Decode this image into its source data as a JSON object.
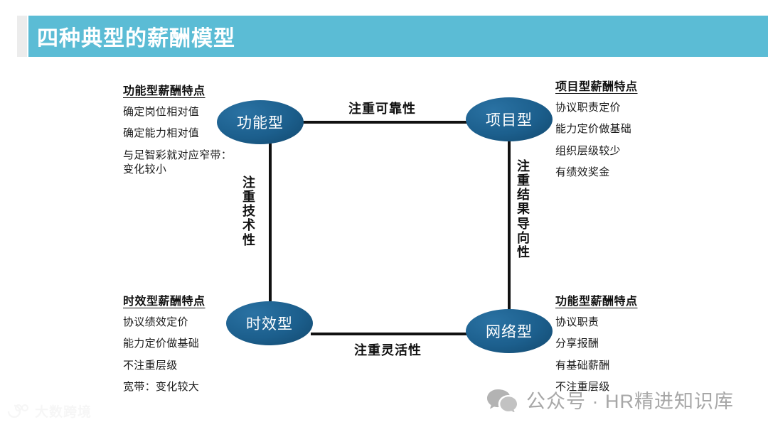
{
  "header": {
    "title": "四种典型的薪酬模型",
    "band_color": "#5bbcd5",
    "accent_color": "#ececec",
    "title_color": "#ffffff"
  },
  "diagram": {
    "node_color": "#1c5f8d",
    "line_color": "#111111",
    "nodes": [
      {
        "id": "functional",
        "label": "功能型"
      },
      {
        "id": "project",
        "label": "项目型"
      },
      {
        "id": "timeliness",
        "label": "时效型"
      },
      {
        "id": "network",
        "label": "网络型"
      }
    ],
    "edges": [
      {
        "id": "top",
        "label": "注重可靠性",
        "from": "functional",
        "to": "project",
        "orientation": "horizontal"
      },
      {
        "id": "bottom",
        "label": "注重灵活性",
        "from": "timeliness",
        "to": "network",
        "orientation": "horizontal"
      },
      {
        "id": "left",
        "label": "注重技术性",
        "from": "functional",
        "to": "timeliness",
        "orientation": "vertical"
      },
      {
        "id": "right",
        "label": "注重结果导向性",
        "from": "project",
        "to": "network",
        "orientation": "vertical"
      }
    ]
  },
  "blocks": {
    "functional": {
      "title": "功能型薪酬特点",
      "items": [
        "确定岗位相对值",
        "确定能力相对值",
        "与足智彩就对应窄带：\n变化较小"
      ]
    },
    "project": {
      "title": "项目型薪酬特点",
      "items": [
        "协议职责定价",
        "能力定价做基础",
        "组织层级较少",
        "有绩效奖金"
      ]
    },
    "timeliness": {
      "title": "时效型薪酬特点",
      "items": [
        "协议绩效定价",
        "能力定价做基础",
        "不注重层级",
        "宽带：变化较大"
      ]
    },
    "network": {
      "title": "功能型薪酬特点",
      "items": [
        "协议职责",
        "分享报酬",
        "有基础薪酬",
        "不注重层级"
      ]
    }
  },
  "watermarks": {
    "left": {
      "text": "大数跨境",
      "icon": "dashu-logo-icon",
      "color": "#f4f4f4"
    },
    "right": {
      "text": "公众号 · HR精进知识库",
      "icon": "wechat-icon",
      "color": "#a7a7a7"
    }
  }
}
